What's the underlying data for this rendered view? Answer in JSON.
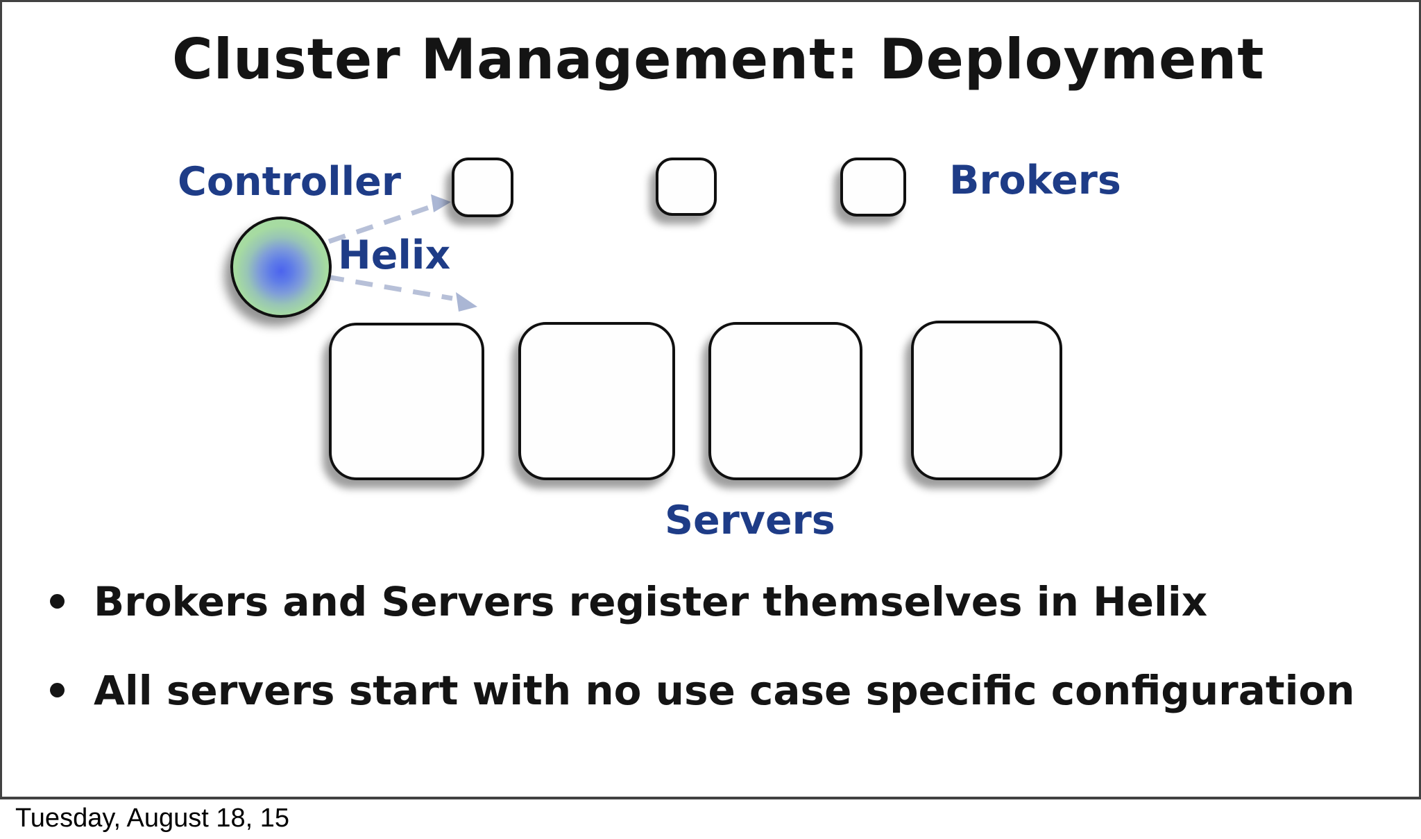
{
  "slide": {
    "title": "Cluster Management: Deployment",
    "footer": "Tuesday, August 18, 15",
    "bullets": [
      "Brokers and Servers register themselves in Helix",
      "All servers start with no use case specific configuration"
    ],
    "diagram": {
      "controller": {
        "label": "Controller",
        "shape": "gradient-circle"
      },
      "helix": {
        "label": "Helix"
      },
      "brokers": {
        "label": "Brokers",
        "node_count": 3
      },
      "servers": {
        "label": "Servers",
        "node_count": 4
      },
      "arrows": [
        {
          "from": "helix-controller",
          "to": "brokers",
          "style": "dashed"
        },
        {
          "from": "helix-controller",
          "to": "servers",
          "style": "dashed"
        }
      ]
    },
    "colors": {
      "label_blue": "#1e3c87",
      "text_black": "#141414",
      "arrow_gray_blue": "#b7c0d8",
      "helix_center_blue": "#4b63ee",
      "helix_outer_green": "#a6dba1",
      "frame_border": "#424242",
      "node_fill": "#fefefe"
    }
  }
}
